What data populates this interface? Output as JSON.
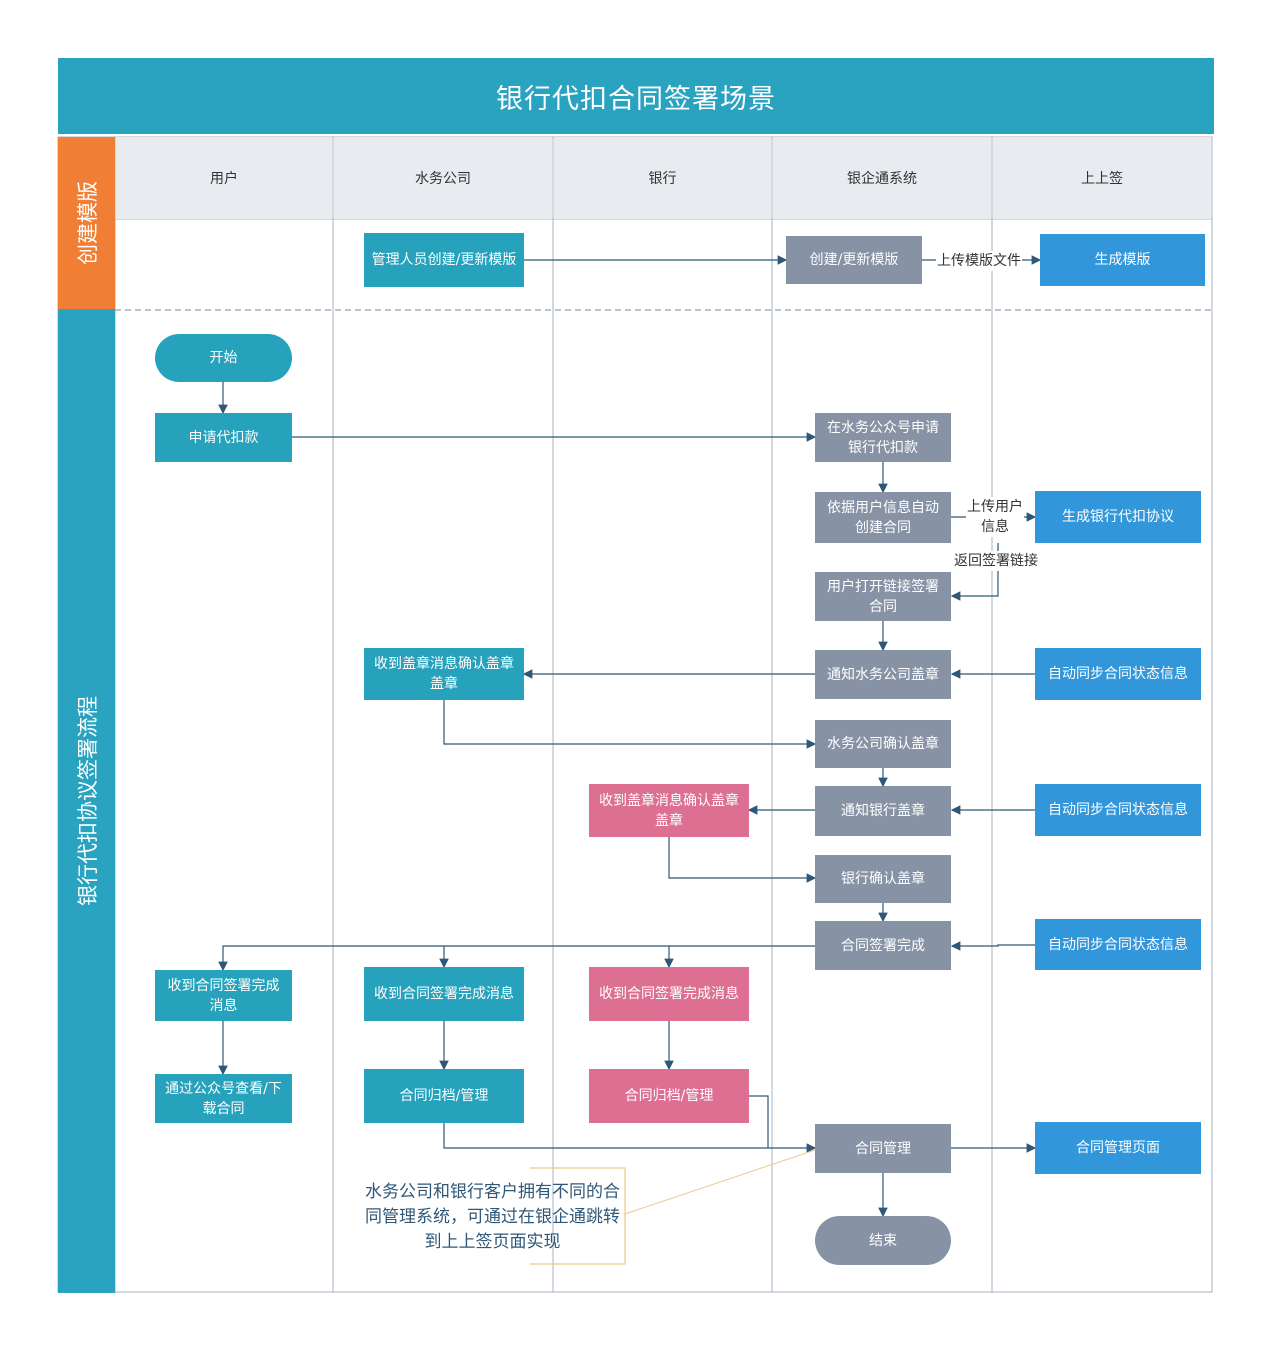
{
  "title": "银行代扣合同签署场景",
  "lanes": {
    "create": "创建模版",
    "sign": "银行代扣协议签署流程"
  },
  "columns": [
    "用户",
    "水务公司",
    "银行",
    "银企通系统",
    "上上签"
  ],
  "nodes": {
    "mgr_create": "管理人员创建/更新模版",
    "sys_create": "创建/更新模版",
    "gen_template": "生成模版",
    "start": "开始",
    "apply": "申请代扣款",
    "apply_wechat": "在水务公众号申请银行代扣款",
    "auto_contract": "依据用户信息自动创建合同",
    "gen_agreement": "生成银行代扣协议",
    "user_sign": "用户打开链接签署合同",
    "notify_water": "通知水务公司盖章",
    "sync1": "自动同步合同状态信息",
    "water_receive": "收到盖章消息确认盖章盖章",
    "water_confirm": "水务公司确认盖章",
    "notify_bank": "通知银行盖章",
    "sync2": "自动同步合同状态信息",
    "bank_receive": "收到盖章消息确认盖章盖章",
    "bank_confirm": "银行确认盖章",
    "sign_done": "合同签署完成",
    "sync3": "自动同步合同状态信息",
    "user_done_msg": "收到合同签署完成消息",
    "water_done_msg": "收到合同签署完成消息",
    "bank_done_msg": "收到合同签署完成消息",
    "user_view": "通过公众号查看/下载合同",
    "water_archive": "合同归档/管理",
    "bank_archive": "合同归档/管理",
    "contract_mgmt": "合同管理",
    "mgmt_page": "合同管理页面",
    "end": "结束"
  },
  "edge_labels": {
    "upload_template": "上传模版文件",
    "upload_user": "上传用户信息",
    "return_link": "返回签署链接"
  },
  "note": "水务公司和银行客户拥有不同的合同管理系统，可通过在银企通跳转到上上签页面实现",
  "colors": {
    "teal": "#26a2bc",
    "grey": "#8793a5",
    "blue": "#3296db",
    "pink": "#dc6f92",
    "orange": "#f07f35",
    "line": "#2f5777"
  }
}
